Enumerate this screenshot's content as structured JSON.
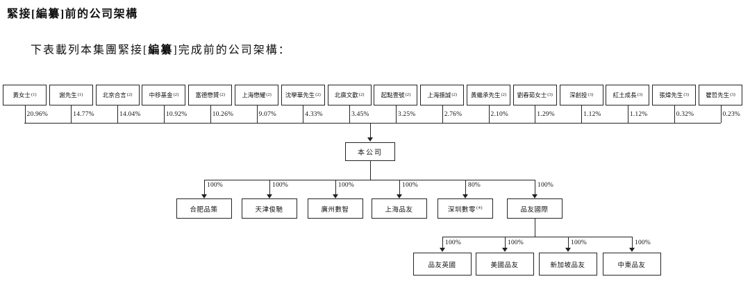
{
  "page": {
    "title": "緊接[編纂]前的公司架構",
    "intro_pre": "下表載列本集團緊接[",
    "intro_bold": "編纂",
    "intro_post": "]完成前的公司架構："
  },
  "diagram": {
    "company": {
      "name": "本公司"
    },
    "shareholders": [
      {
        "name": "黃女士",
        "note": "(1)",
        "percent": "20.96%"
      },
      {
        "name": "謝先生",
        "note": "(1)",
        "percent": "14.77%"
      },
      {
        "name": "北京合言",
        "note": "(2)",
        "percent": "14.04%"
      },
      {
        "name": "中移基金",
        "note": "(2)",
        "percent": "10.92%"
      },
      {
        "name": "富德懋贇",
        "note": "(2)",
        "percent": "10.26%"
      },
      {
        "name": "上海懋耀",
        "note": "(2)",
        "percent": "9.07%"
      },
      {
        "name": "沈學華先生",
        "note": "(2)",
        "percent": "4.33%"
      },
      {
        "name": "北廣文歡",
        "note": "(2)",
        "percent": "3.45%"
      },
      {
        "name": "起點壹號",
        "note": "(2)",
        "percent": "3.25%"
      },
      {
        "name": "上海振誠",
        "note": "(2)",
        "percent": "2.76%"
      },
      {
        "name": "黃繼承先生",
        "note": "(2)",
        "percent": "2.10%"
      },
      {
        "name": "劉春茹女士",
        "note": "(3)",
        "percent": "1.29%"
      },
      {
        "name": "深創投",
        "note": "(3)",
        "percent": "1.12%"
      },
      {
        "name": "紅土成長",
        "note": "(3)",
        "percent": "1.12%"
      },
      {
        "name": "張煒先生",
        "note": "(3)",
        "percent": "0.32%"
      },
      {
        "name": "瞿哲先生",
        "note": "(3)",
        "percent": "0.23%"
      }
    ],
    "subsidiaries": [
      {
        "name": "合肥品策",
        "note": "",
        "percent": "100%"
      },
      {
        "name": "天津俊馳",
        "note": "",
        "percent": "100%"
      },
      {
        "name": "廣州數智",
        "note": "",
        "percent": "100%"
      },
      {
        "name": "上海品友",
        "note": "",
        "percent": "100%"
      },
      {
        "name": "深圳數零",
        "note": "(4)",
        "percent": "80%"
      },
      {
        "name": "品友國際",
        "note": "",
        "percent": "100%"
      }
    ],
    "international_subsidiaries": [
      {
        "name": "品友英國",
        "note": "",
        "percent": "100%"
      },
      {
        "name": "美國品友",
        "note": "",
        "percent": "100%"
      },
      {
        "name": "新加坡品友",
        "note": "",
        "percent": "100%"
      },
      {
        "name": "中東品友",
        "note": "",
        "percent": "100%"
      }
    ]
  }
}
